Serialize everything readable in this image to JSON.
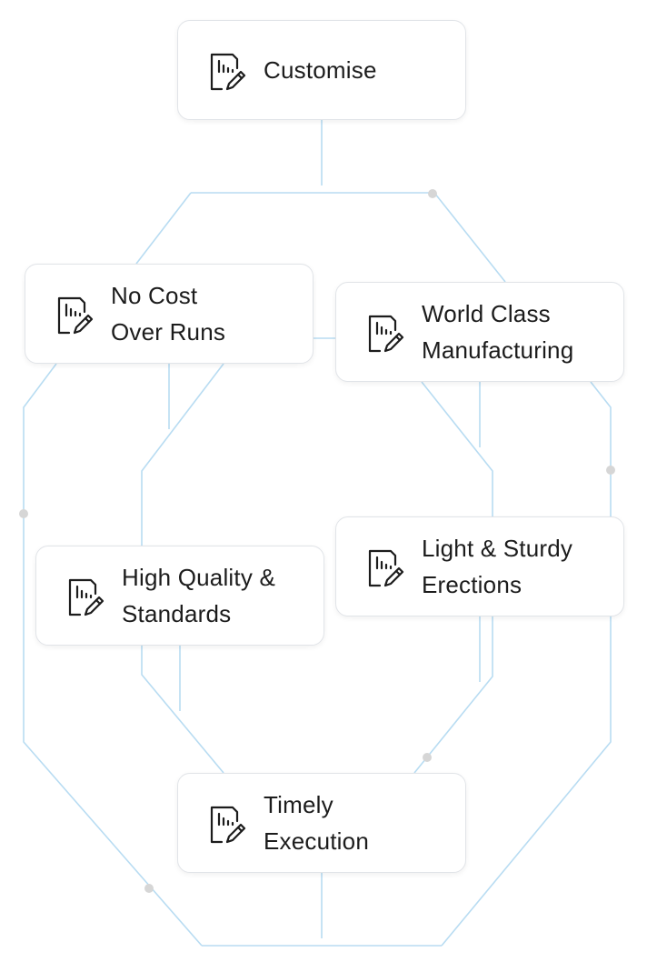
{
  "accent_line_color": "#b8dcf2",
  "dot_color": "#d6d6d6",
  "text_color": "#1c1c1c",
  "cards": {
    "customise": {
      "lines": [
        "Customise"
      ],
      "icon": "report-edit-icon"
    },
    "no_cost": {
      "lines": [
        "No Cost",
        "Over Runs"
      ],
      "icon": "report-edit-icon"
    },
    "world_class": {
      "lines": [
        "World Class",
        "Manufacturing"
      ],
      "icon": "report-edit-icon"
    },
    "high_quality": {
      "lines": [
        "High Quality &",
        "Standards"
      ],
      "icon": "report-edit-icon"
    },
    "light_sturdy": {
      "lines": [
        "Light & Sturdy",
        "Erections"
      ],
      "icon": "report-edit-icon"
    },
    "timely": {
      "lines": [
        "Timely",
        "Execution"
      ],
      "icon": "report-edit-icon"
    }
  }
}
